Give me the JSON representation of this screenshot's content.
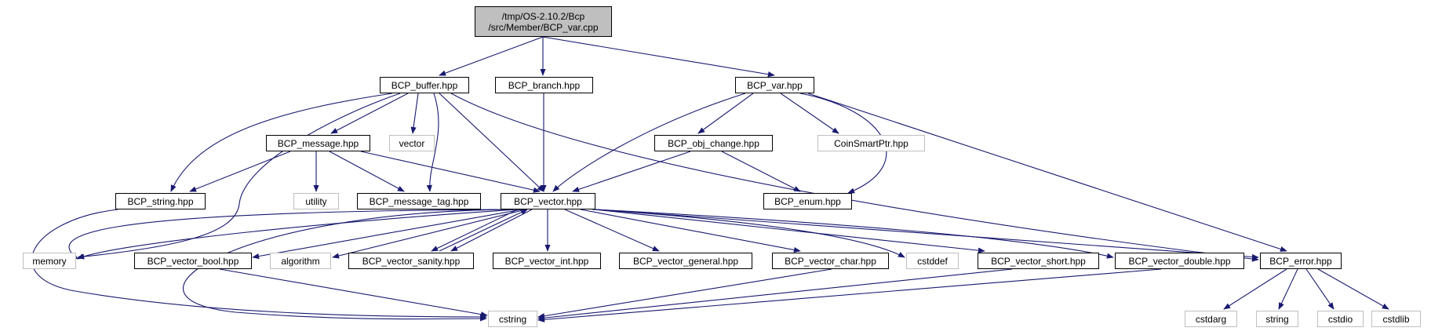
{
  "colors": {
    "edge": "#191970",
    "root_fill": "#bfbfbf",
    "system_border": "#bfbfbf",
    "node_border": "#000000"
  },
  "nodes": {
    "root": {
      "line1": "/tmp/OS-2.10.2/Bcp",
      "line2": "/src/Member/BCP_var.cpp"
    },
    "buffer": "BCP_buffer.hpp",
    "branch": "BCP_branch.hpp",
    "var": "BCP_var.hpp",
    "message": "BCP_message.hpp",
    "vector_std": "vector",
    "obj_change": "BCP_obj_change.hpp",
    "coin": "CoinSmartPtr.hpp",
    "string_hpp": "BCP_string.hpp",
    "utility": "utility",
    "message_tag": "BCP_message_tag.hpp",
    "bcp_vector": "BCP_vector.hpp",
    "enum": "BCP_enum.hpp",
    "memory": "memory",
    "vector_bool": "BCP_vector_bool.hpp",
    "algorithm": "algorithm",
    "vector_sanity": "BCP_vector_sanity.hpp",
    "vector_int": "BCP_vector_int.hpp",
    "vector_general": "BCP_vector_general.hpp",
    "vector_char": "BCP_vector_char.hpp",
    "cstddef": "cstddef",
    "vector_short": "BCP_vector_short.hpp",
    "vector_double": "BCP_vector_double.hpp",
    "error": "BCP_error.hpp",
    "cstring": "cstring",
    "cstdarg": "cstdarg",
    "string_std": "string",
    "cstdio": "cstdio",
    "cstdlib": "cstdlib"
  }
}
